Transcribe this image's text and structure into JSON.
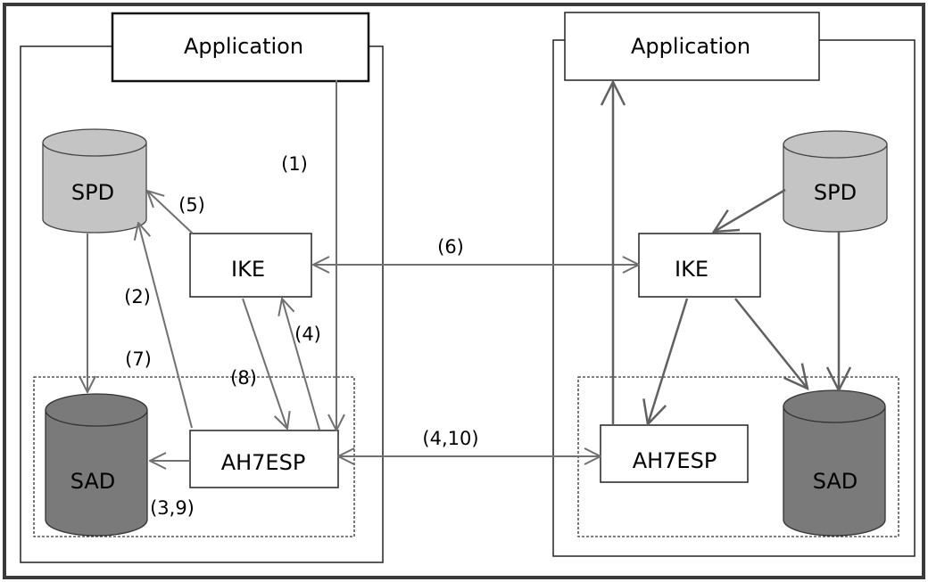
{
  "left": {
    "application": "Application",
    "spd": "SPD",
    "ike": "IKE",
    "ah_esp": "AH7ESP",
    "sad": "SAD"
  },
  "right": {
    "application": "Application",
    "spd": "SPD",
    "ike": "IKE",
    "ah_esp": "AH7ESP",
    "sad": "SAD"
  },
  "steps": {
    "s1": "(1)",
    "s2": "(2)",
    "s3_9": "(3,9)",
    "s4": "(4)",
    "s5": "(5)",
    "s6": "(6)",
    "s7": "(7)",
    "s8": "(8)",
    "s4_10": "(4,10)"
  },
  "colors": {
    "spd_fill": "#c4c4c4",
    "sad_fill": "#7a7a7a",
    "arrow": "#707070",
    "border": "#3a3a3a"
  }
}
